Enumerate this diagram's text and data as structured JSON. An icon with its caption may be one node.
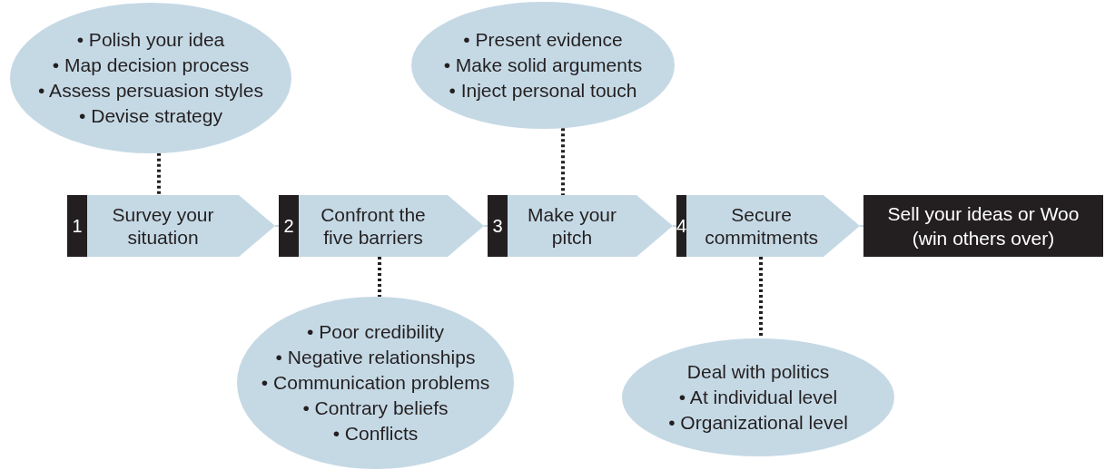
{
  "diagram": {
    "nodes": [
      {
        "text": [
          "• Polish your idea",
          "• Map decision process",
          "• Assess persuasion styles",
          "• Devise strategy"
        ]
      },
      {
        "text": [
          "• Present evidence",
          "• Make solid arguments",
          "• Inject personal touch"
        ]
      },
      {
        "text": [
          "1",
          "Survey your situation"
        ]
      },
      {
        "text": [
          "2",
          "Confront the five barriers"
        ]
      },
      {
        "text": [
          "3",
          "Make your pitch"
        ]
      },
      {
        "text": [
          "4",
          "Secure commitments"
        ]
      },
      {
        "text": [
          "Sell your ideas or Woo (win others over)"
        ]
      },
      {
        "text": [
          "• Poor credibility",
          "• Negative relationships",
          "• Communication problems",
          "• Contrary beliefs",
          "• Conflicts"
        ]
      },
      {
        "text": [
          "Deal with politics",
          "• At individual level",
          "• Organizational level"
        ]
      }
    ],
    "edges": [
      {
        "from": 0,
        "to": 2,
        "arrow": "none",
        "style": "dashed"
      },
      {
        "from": 1,
        "to": 4,
        "arrow": "none",
        "style": "dashed"
      },
      {
        "from": 3,
        "to": 7,
        "arrow": "none",
        "style": "dashed"
      },
      {
        "from": 5,
        "to": 8,
        "arrow": "none",
        "style": "dashed"
      },
      {
        "from": 2,
        "to": 3,
        "arrow": "none",
        "color": "#c5d9e5"
      },
      {
        "from": 3,
        "to": 4,
        "arrow": "none",
        "color": "#c5d9e5"
      },
      {
        "from": 4,
        "to": 5,
        "arrow": "none",
        "color": "#c5d9e5"
      },
      {
        "from": 5,
        "to": 6,
        "arrow": "none",
        "color": "#c5d9e5"
      }
    ]
  }
}
